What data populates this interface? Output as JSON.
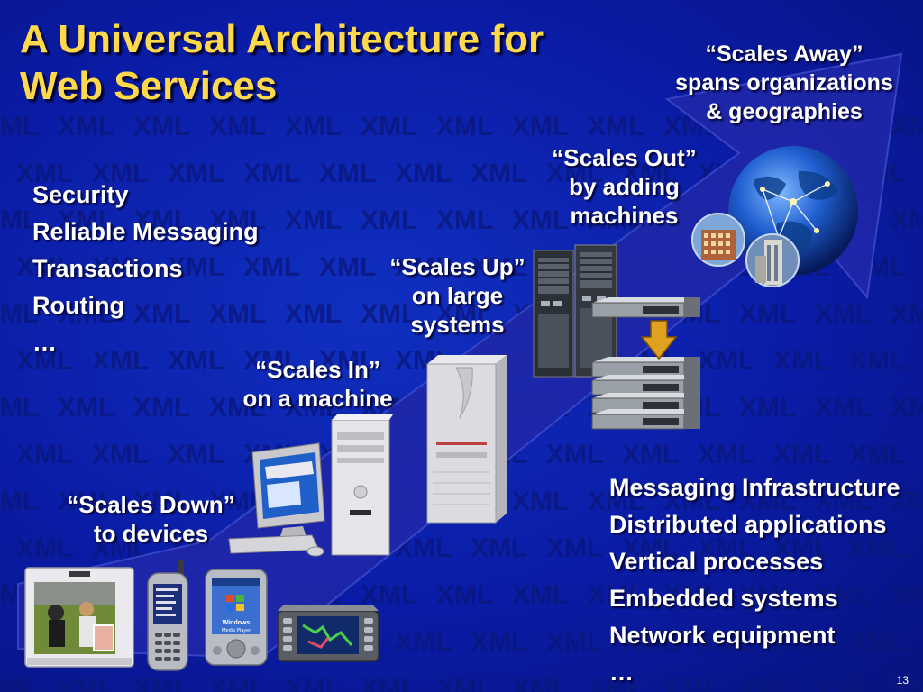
{
  "title_lines": [
    "A Universal Architecture for",
    "Web Services"
  ],
  "watermark_word": "XML",
  "captions": {
    "scales_down": [
      "“Scales Down”",
      "to devices"
    ],
    "scales_in": [
      "“Scales In”",
      "on a machine"
    ],
    "scales_up": [
      "“Scales Up”",
      "on large",
      "systems"
    ],
    "scales_out": [
      "“Scales Out”",
      "by adding",
      "machines"
    ],
    "scales_away": [
      "“Scales Away”",
      "spans organizations",
      "& geographies"
    ]
  },
  "left_list": [
    "Security",
    "Reliable Messaging",
    "Transactions",
    "Routing",
    "…"
  ],
  "right_list": [
    "Messaging Infrastructure",
    "Distributed applications",
    "Vertical processes",
    "Embedded systems",
    "Network equipment",
    "…"
  ],
  "slide_number": "13",
  "device_screen_text": {
    "pda_windows": "Windows",
    "pda_media": "Media Player"
  },
  "colors": {
    "background": "#0b1ca6",
    "title": "#ffd94a",
    "body_text": "#ffffff",
    "arrow": "#1f27a9",
    "watermark": "#0a177a"
  },
  "icons": [
    "tv-icon",
    "cell-phone-icon",
    "pda-icon",
    "car-pc-icon",
    "desktop-pc-icon",
    "tower-server-icon",
    "server-rack-icon",
    "rack-server-stack-icon",
    "down-arrow-icon",
    "globe-icon",
    "building-icon"
  ]
}
